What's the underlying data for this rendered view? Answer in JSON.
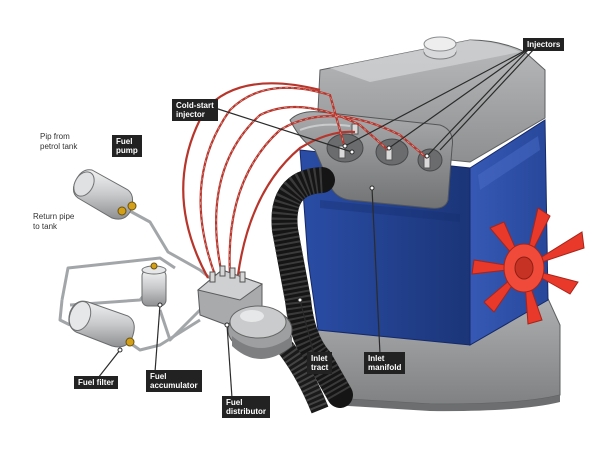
{
  "labels": {
    "injectors": "Injectors",
    "cold_start_injector": "Cold-start\ninjector",
    "fuel_pump": "Fuel\npump",
    "pip_from_tank": "Pip from\npetrol tank",
    "return_pipe": "Return pipe\nto tank",
    "fuel_filter": "Fuel filter",
    "fuel_accumulator": "Fuel\naccumulator",
    "fuel_distributor": "Fuel\ndistributor",
    "inlet_tract": "Inlet\ntract",
    "inlet_manifold": "Inlet\nmanifold"
  },
  "colors": {
    "engine_blue": "#2b4fa8",
    "engine_dark_blue": "#1d3a82",
    "metal_grey": "#9a9c9e",
    "fuel_line_red": "#c0392b",
    "fan_red": "#e8392b",
    "hose_black": "#1e1e1e",
    "label_bg": "#222222"
  }
}
